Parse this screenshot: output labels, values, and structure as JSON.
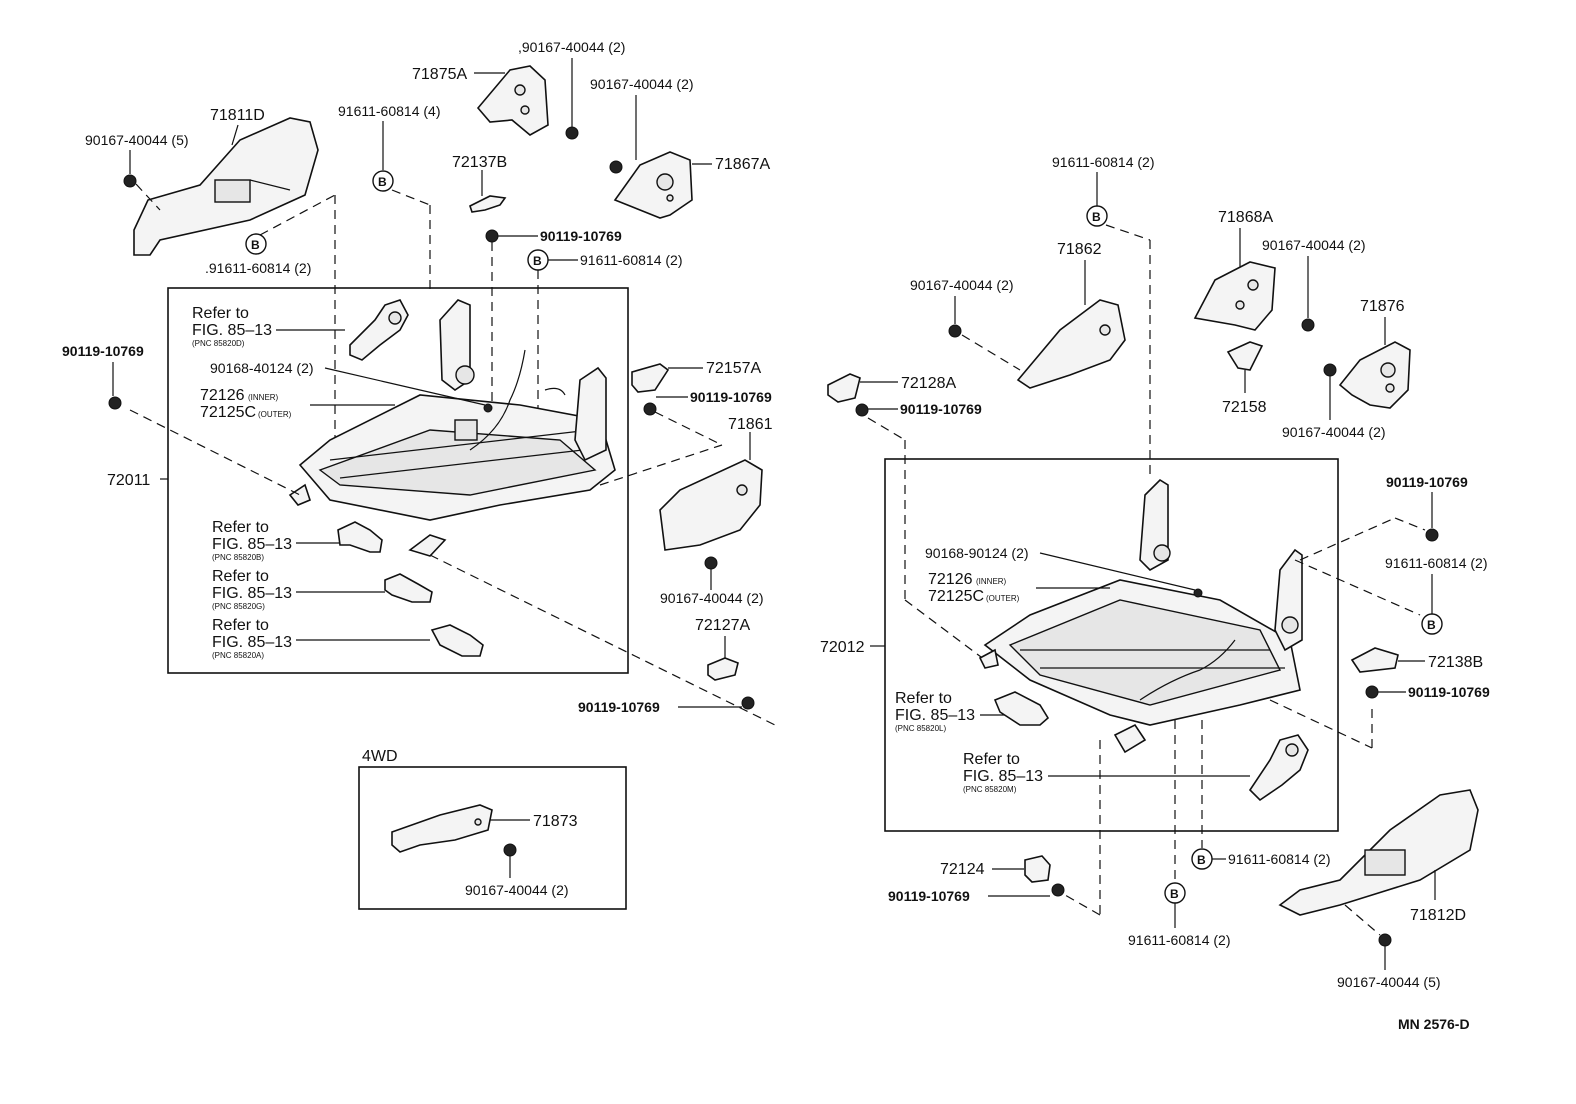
{
  "diagram": {
    "drawing_number": "MN 2576-D",
    "marker": "B",
    "left_labels": {
      "p71811D": "71811D",
      "p90167_5_left": "90167-40044 (5)",
      "p91611_2_left": ".91611-60814 (2)",
      "p71875A": "71875A",
      "p90167_2_a": ",90167-40044 (2)",
      "p90167_2_b": "90167-40044 (2)",
      "p71867A": "71867A",
      "p91611_4": "91611-60814 (4)",
      "p72137B": "72137B",
      "p90119_top": "90119-10769",
      "p91611_2_mid": "91611-60814 (2)",
      "p90119_left": "90119-10769",
      "p72011": "72011",
      "p90168_40124": "90168-40124 (2)",
      "p72126_left": "72126",
      "p72125C_left": "72125C",
      "inner": "(INNER)",
      "outer": "(OUTER)",
      "p72157A": "72157A",
      "p90119_right_left": "90119-10769",
      "p71861": "71861",
      "p90167_2_c": "90167-40044 (2)",
      "p72127A": "72127A",
      "p90119_bottom_left": "90119-10769"
    },
    "refs_left": [
      {
        "line1": "Refer to",
        "line2": "FIG. 85–13",
        "pnc": "(PNC 85820D)"
      },
      {
        "line1": "Refer to",
        "line2": "FIG. 85–13",
        "pnc": "(PNC 85820B)"
      },
      {
        "line1": "Refer to",
        "line2": "FIG. 85–13",
        "pnc": "(PNC 85820G)"
      },
      {
        "line1": "Refer to",
        "line2": "FIG. 85–13",
        "pnc": "(PNC 85820A)"
      }
    ],
    "box_4wd": {
      "title": "4WD",
      "p71873": "71873",
      "p90167_2": "90167-40044 (2)"
    },
    "right_labels": {
      "p91611_2_top": "91611-60814 (2)",
      "p71862": "71862",
      "p90167_2_d": "90167-40044 (2)",
      "p71868A": "71868A",
      "p90167_2_e": "90167-40044 (2)",
      "p71876": "71876",
      "p72158": "72158",
      "p90167_2_f": "90167-40044 (2)",
      "p72128A": "72128A",
      "p90119_r1": "90119-10769",
      "p90119_r2": "90119-10769",
      "p91611_2_r": "91611-60814 (2)",
      "p90168_90124": "90168-90124 (2)",
      "p72126_right": "72126",
      "p72125C_right": "72125C",
      "inner": "(INNER)",
      "outer": "(OUTER)",
      "p72012": "72012",
      "p72138B": "72138B",
      "p90119_r3": "90119-10769",
      "p72124": "72124",
      "p90119_r4": "90119-10769",
      "p91611_2_b1": "91611-60814 (2)",
      "p91611_2_b2": "91611-60814 (2)",
      "p71812D": "71812D",
      "p90167_5_right": "90167-40044 (5)"
    },
    "refs_right": [
      {
        "line1": "Refer to",
        "line2": "FIG. 85–13",
        "pnc": "(PNC 85820L)"
      },
      {
        "line1": "Refer to",
        "line2": "FIG. 85–13",
        "pnc": "(PNC 85820M)"
      }
    ]
  }
}
